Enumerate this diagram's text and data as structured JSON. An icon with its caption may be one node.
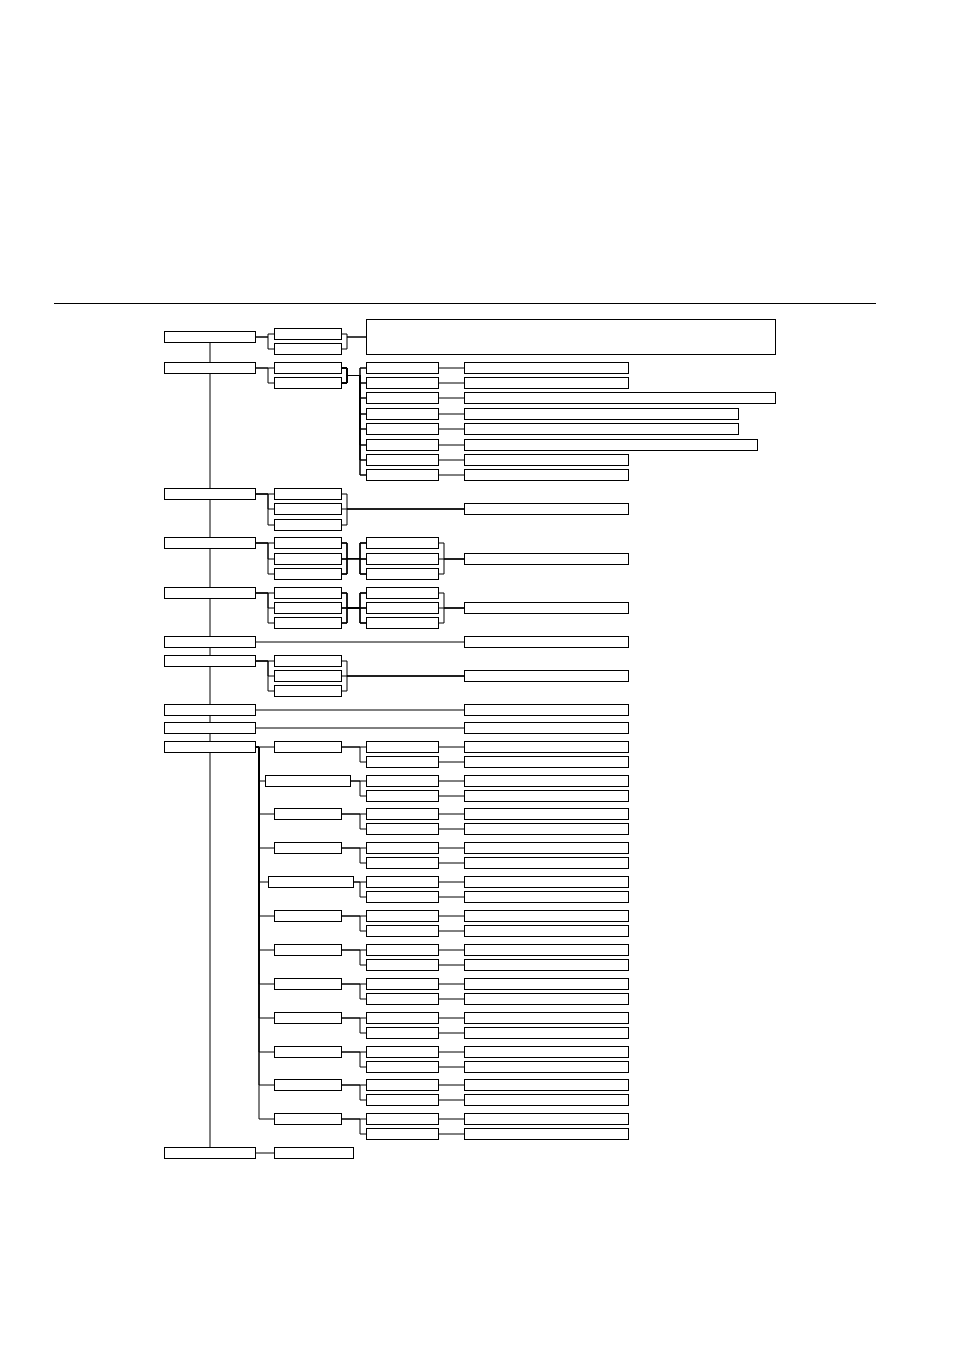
{
  "diagram": {
    "nodes": [
      {
        "text": [],
        "shape": "box"
      },
      {
        "text": [],
        "shape": "box"
      },
      {
        "text": [],
        "shape": "box"
      },
      {
        "text": [],
        "shape": "box"
      },
      {
        "text": [],
        "shape": "box"
      },
      {
        "text": [],
        "shape": "box"
      },
      {
        "text": [],
        "shape": "box"
      },
      {
        "text": [],
        "shape": "box"
      },
      {
        "text": [],
        "shape": "box"
      },
      {
        "text": [],
        "shape": "box"
      },
      {
        "text": [],
        "shape": "box"
      },
      {
        "text": [],
        "shape": "box"
      },
      {
        "text": [],
        "shape": "box"
      },
      {
        "text": [],
        "shape": "box"
      },
      {
        "text": [],
        "shape": "box"
      },
      {
        "text": [],
        "shape": "box"
      },
      {
        "text": [],
        "shape": "box"
      },
      {
        "text": [],
        "shape": "box"
      },
      {
        "text": [],
        "shape": "box"
      },
      {
        "text": [],
        "shape": "box"
      },
      {
        "text": [],
        "shape": "box"
      },
      {
        "text": [],
        "shape": "box"
      },
      {
        "text": [],
        "shape": "box"
      },
      {
        "text": [],
        "shape": "box"
      },
      {
        "text": [],
        "shape": "box"
      },
      {
        "text": [],
        "shape": "box"
      },
      {
        "text": [],
        "shape": "box"
      },
      {
        "text": [],
        "shape": "box"
      },
      {
        "text": [],
        "shape": "box"
      },
      {
        "text": [],
        "shape": "box"
      },
      {
        "text": [],
        "shape": "box"
      },
      {
        "text": [],
        "shape": "box"
      },
      {
        "text": [],
        "shape": "box"
      },
      {
        "text": [],
        "shape": "box"
      },
      {
        "text": [],
        "shape": "box"
      },
      {
        "text": [],
        "shape": "box"
      },
      {
        "text": [],
        "shape": "box"
      },
      {
        "text": [],
        "shape": "box"
      },
      {
        "text": [],
        "shape": "box"
      },
      {
        "text": [],
        "shape": "box"
      },
      {
        "text": [],
        "shape": "box"
      },
      {
        "text": [],
        "shape": "box"
      },
      {
        "text": [],
        "shape": "box"
      },
      {
        "text": [],
        "shape": "box"
      },
      {
        "text": [],
        "shape": "box"
      },
      {
        "text": [],
        "shape": "box"
      },
      {
        "text": [],
        "shape": "box"
      },
      {
        "text": [],
        "shape": "box"
      },
      {
        "text": [],
        "shape": "box"
      },
      {
        "text": [],
        "shape": "box"
      },
      {
        "text": [],
        "shape": "box"
      },
      {
        "text": [],
        "shape": "box"
      },
      {
        "text": [],
        "shape": "box"
      },
      {
        "text": [],
        "shape": "box"
      },
      {
        "text": [],
        "shape": "box"
      },
      {
        "text": [],
        "shape": "box"
      },
      {
        "text": [],
        "shape": "box"
      },
      {
        "text": [],
        "shape": "box"
      },
      {
        "text": [],
        "shape": "box"
      },
      {
        "text": [],
        "shape": "box"
      },
      {
        "text": [],
        "shape": "box"
      },
      {
        "text": [],
        "shape": "box"
      },
      {
        "text": [],
        "shape": "box"
      },
      {
        "text": [],
        "shape": "box"
      },
      {
        "text": [],
        "shape": "box"
      },
      {
        "text": [],
        "shape": "box"
      },
      {
        "text": [],
        "shape": "box"
      },
      {
        "text": [],
        "shape": "box"
      },
      {
        "text": [],
        "shape": "box"
      },
      {
        "text": [],
        "shape": "box"
      },
      {
        "text": [],
        "shape": "box"
      },
      {
        "text": [],
        "shape": "box"
      },
      {
        "text": [],
        "shape": "box"
      },
      {
        "text": [],
        "shape": "box"
      },
      {
        "text": [],
        "shape": "box"
      },
      {
        "text": [],
        "shape": "box"
      },
      {
        "text": [],
        "shape": "box"
      },
      {
        "text": [],
        "shape": "box"
      },
      {
        "text": [],
        "shape": "box"
      },
      {
        "text": [],
        "shape": "box"
      },
      {
        "text": [],
        "shape": "box"
      },
      {
        "text": [],
        "shape": "box"
      },
      {
        "text": [],
        "shape": "box"
      },
      {
        "text": [],
        "shape": "box"
      },
      {
        "text": [],
        "shape": "box"
      },
      {
        "text": [],
        "shape": "box"
      },
      {
        "text": [],
        "shape": "box"
      },
      {
        "text": [],
        "shape": "box"
      },
      {
        "text": [],
        "shape": "box"
      },
      {
        "text": [],
        "shape": "box"
      },
      {
        "text": [],
        "shape": "box"
      },
      {
        "text": [],
        "shape": "box"
      },
      {
        "text": [],
        "shape": "box"
      },
      {
        "text": [],
        "shape": "box"
      },
      {
        "text": [],
        "shape": "box"
      },
      {
        "text": [],
        "shape": "box"
      },
      {
        "text": [],
        "shape": "box"
      },
      {
        "text": [],
        "shape": "box"
      },
      {
        "text": [],
        "shape": "box"
      },
      {
        "text": [],
        "shape": "box"
      },
      {
        "text": [],
        "shape": "box"
      },
      {
        "text": [],
        "shape": "box"
      },
      {
        "text": [],
        "shape": "box"
      },
      {
        "text": [],
        "shape": "box"
      },
      {
        "text": [],
        "shape": "box"
      },
      {
        "text": [],
        "shape": "box"
      },
      {
        "text": [],
        "shape": "box"
      },
      {
        "text": [],
        "shape": "box"
      },
      {
        "text": [],
        "shape": "box"
      },
      {
        "text": [],
        "shape": "box"
      },
      {
        "text": [],
        "shape": "box"
      },
      {
        "text": [],
        "shape": "box"
      },
      {
        "text": [],
        "shape": "box"
      },
      {
        "text": [],
        "shape": "box"
      },
      {
        "text": [],
        "shape": "box"
      },
      {
        "text": [],
        "shape": "box"
      },
      {
        "text": [],
        "shape": "box"
      },
      {
        "text": [],
        "shape": "box"
      }
    ],
    "edges": [
      {
        "from": 0,
        "to": 4,
        "arrow": "none"
      },
      {
        "from": 4,
        "to": 23,
        "arrow": "none"
      },
      {
        "from": 23,
        "to": 28,
        "arrow": "none"
      },
      {
        "from": 28,
        "to": 36,
        "arrow": "none"
      },
      {
        "from": 36,
        "to": 44,
        "arrow": "none"
      },
      {
        "from": 44,
        "to": 46,
        "arrow": "none"
      },
      {
        "from": 46,
        "to": 51,
        "arrow": "none"
      },
      {
        "from": 51,
        "to": 53,
        "arrow": "none"
      },
      {
        "from": 53,
        "to": 55,
        "arrow": "none"
      },
      {
        "from": 55,
        "to": 116,
        "arrow": "none"
      },
      {
        "from": 0,
        "to": 1,
        "arrow": "none"
      },
      {
        "from": 0,
        "to": 2,
        "arrow": "none"
      },
      {
        "from": 1,
        "to": 3,
        "arrow": "none"
      },
      {
        "from": 2,
        "to": 3,
        "arrow": "none"
      },
      {
        "from": 4,
        "to": 5,
        "arrow": "none"
      },
      {
        "from": 4,
        "to": 6,
        "arrow": "none"
      },
      {
        "from": 5,
        "to": 7,
        "arrow": "none"
      },
      {
        "from": 5,
        "to": 9,
        "arrow": "none"
      },
      {
        "from": 5,
        "to": 11,
        "arrow": "none"
      },
      {
        "from": 5,
        "to": 13,
        "arrow": "none"
      },
      {
        "from": 5,
        "to": 15,
        "arrow": "none"
      },
      {
        "from": 5,
        "to": 17,
        "arrow": "none"
      },
      {
        "from": 5,
        "to": 19,
        "arrow": "none"
      },
      {
        "from": 5,
        "to": 21,
        "arrow": "none"
      },
      {
        "from": 6,
        "to": 7,
        "arrow": "none"
      },
      {
        "from": 6,
        "to": 9,
        "arrow": "none"
      },
      {
        "from": 6,
        "to": 11,
        "arrow": "none"
      },
      {
        "from": 6,
        "to": 13,
        "arrow": "none"
      },
      {
        "from": 6,
        "to": 15,
        "arrow": "none"
      },
      {
        "from": 6,
        "to": 17,
        "arrow": "none"
      },
      {
        "from": 6,
        "to": 19,
        "arrow": "none"
      },
      {
        "from": 6,
        "to": 21,
        "arrow": "none"
      },
      {
        "from": 7,
        "to": 8,
        "arrow": "none"
      },
      {
        "from": 9,
        "to": 10,
        "arrow": "none"
      },
      {
        "from": 11,
        "to": 12,
        "arrow": "none"
      },
      {
        "from": 13,
        "to": 14,
        "arrow": "none"
      },
      {
        "from": 15,
        "to": 16,
        "arrow": "none"
      },
      {
        "from": 17,
        "to": 18,
        "arrow": "none"
      },
      {
        "from": 19,
        "to": 20,
        "arrow": "none"
      },
      {
        "from": 21,
        "to": 22,
        "arrow": "none"
      },
      {
        "from": 23,
        "to": 24,
        "arrow": "none"
      },
      {
        "from": 23,
        "to": 25,
        "arrow": "none"
      },
      {
        "from": 23,
        "to": 26,
        "arrow": "none"
      },
      {
        "from": 24,
        "to": 27,
        "arrow": "none"
      },
      {
        "from": 25,
        "to": 27,
        "arrow": "none"
      },
      {
        "from": 26,
        "to": 27,
        "arrow": "none"
      },
      {
        "from": 28,
        "to": 29,
        "arrow": "none"
      },
      {
        "from": 28,
        "to": 30,
        "arrow": "none"
      },
      {
        "from": 28,
        "to": 31,
        "arrow": "none"
      },
      {
        "from": 29,
        "to": 32,
        "arrow": "none"
      },
      {
        "from": 29,
        "to": 33,
        "arrow": "none"
      },
      {
        "from": 29,
        "to": 34,
        "arrow": "none"
      },
      {
        "from": 30,
        "to": 32,
        "arrow": "none"
      },
      {
        "from": 30,
        "to": 33,
        "arrow": "none"
      },
      {
        "from": 30,
        "to": 34,
        "arrow": "none"
      },
      {
        "from": 31,
        "to": 32,
        "arrow": "none"
      },
      {
        "from": 31,
        "to": 33,
        "arrow": "none"
      },
      {
        "from": 31,
        "to": 34,
        "arrow": "none"
      },
      {
        "from": 32,
        "to": 35,
        "arrow": "none"
      },
      {
        "from": 33,
        "to": 35,
        "arrow": "none"
      },
      {
        "from": 34,
        "to": 35,
        "arrow": "none"
      },
      {
        "from": 36,
        "to": 37,
        "arrow": "none"
      },
      {
        "from": 36,
        "to": 38,
        "arrow": "none"
      },
      {
        "from": 36,
        "to": 39,
        "arrow": "none"
      },
      {
        "from": 37,
        "to": 40,
        "arrow": "none"
      },
      {
        "from": 37,
        "to": 41,
        "arrow": "none"
      },
      {
        "from": 37,
        "to": 42,
        "arrow": "none"
      },
      {
        "from": 38,
        "to": 40,
        "arrow": "none"
      },
      {
        "from": 38,
        "to": 41,
        "arrow": "none"
      },
      {
        "from": 38,
        "to": 42,
        "arrow": "none"
      },
      {
        "from": 39,
        "to": 40,
        "arrow": "none"
      },
      {
        "from": 39,
        "to": 41,
        "arrow": "none"
      },
      {
        "from": 39,
        "to": 42,
        "arrow": "none"
      },
      {
        "from": 40,
        "to": 43,
        "arrow": "none"
      },
      {
        "from": 41,
        "to": 43,
        "arrow": "none"
      },
      {
        "from": 42,
        "to": 43,
        "arrow": "none"
      },
      {
        "from": 44,
        "to": 45,
        "arrow": "none"
      },
      {
        "from": 46,
        "to": 47,
        "arrow": "none"
      },
      {
        "from": 46,
        "to": 48,
        "arrow": "none"
      },
      {
        "from": 46,
        "to": 49,
        "arrow": "none"
      },
      {
        "from": 47,
        "to": 50,
        "arrow": "none"
      },
      {
        "from": 48,
        "to": 50,
        "arrow": "none"
      },
      {
        "from": 49,
        "to": 50,
        "arrow": "none"
      },
      {
        "from": 51,
        "to": 52,
        "arrow": "none"
      },
      {
        "from": 53,
        "to": 54,
        "arrow": "none"
      },
      {
        "from": 55,
        "to": 56,
        "arrow": "none"
      },
      {
        "from": 55,
        "to": 61,
        "arrow": "none"
      },
      {
        "from": 55,
        "to": 66,
        "arrow": "none"
      },
      {
        "from": 55,
        "to": 71,
        "arrow": "none"
      },
      {
        "from": 55,
        "to": 76,
        "arrow": "none"
      },
      {
        "from": 55,
        "to": 81,
        "arrow": "none"
      },
      {
        "from": 55,
        "to": 86,
        "arrow": "none"
      },
      {
        "from": 55,
        "to": 91,
        "arrow": "none"
      },
      {
        "from": 55,
        "to": 96,
        "arrow": "none"
      },
      {
        "from": 55,
        "to": 101,
        "arrow": "none"
      },
      {
        "from": 55,
        "to": 106,
        "arrow": "none"
      },
      {
        "from": 55,
        "to": 111,
        "arrow": "none"
      },
      {
        "from": 56,
        "to": 57,
        "arrow": "none"
      },
      {
        "from": 56,
        "to": 59,
        "arrow": "none"
      },
      {
        "from": 57,
        "to": 58,
        "arrow": "none"
      },
      {
        "from": 59,
        "to": 60,
        "arrow": "none"
      },
      {
        "from": 61,
        "to": 62,
        "arrow": "none"
      },
      {
        "from": 61,
        "to": 64,
        "arrow": "none"
      },
      {
        "from": 62,
        "to": 63,
        "arrow": "none"
      },
      {
        "from": 64,
        "to": 65,
        "arrow": "none"
      },
      {
        "from": 66,
        "to": 67,
        "arrow": "none"
      },
      {
        "from": 66,
        "to": 69,
        "arrow": "none"
      },
      {
        "from": 67,
        "to": 68,
        "arrow": "none"
      },
      {
        "from": 69,
        "to": 70,
        "arrow": "none"
      },
      {
        "from": 71,
        "to": 72,
        "arrow": "none"
      },
      {
        "from": 71,
        "to": 74,
        "arrow": "none"
      },
      {
        "from": 72,
        "to": 73,
        "arrow": "none"
      },
      {
        "from": 74,
        "to": 75,
        "arrow": "none"
      },
      {
        "from": 76,
        "to": 77,
        "arrow": "none"
      },
      {
        "from": 76,
        "to": 79,
        "arrow": "none"
      },
      {
        "from": 77,
        "to": 78,
        "arrow": "none"
      },
      {
        "from": 79,
        "to": 80,
        "arrow": "none"
      },
      {
        "from": 81,
        "to": 82,
        "arrow": "none"
      },
      {
        "from": 81,
        "to": 84,
        "arrow": "none"
      },
      {
        "from": 82,
        "to": 83,
        "arrow": "none"
      },
      {
        "from": 84,
        "to": 85,
        "arrow": "none"
      },
      {
        "from": 86,
        "to": 87,
        "arrow": "none"
      },
      {
        "from": 86,
        "to": 89,
        "arrow": "none"
      },
      {
        "from": 87,
        "to": 88,
        "arrow": "none"
      },
      {
        "from": 89,
        "to": 90,
        "arrow": "none"
      },
      {
        "from": 91,
        "to": 92,
        "arrow": "none"
      },
      {
        "from": 91,
        "to": 94,
        "arrow": "none"
      },
      {
        "from": 92,
        "to": 93,
        "arrow": "none"
      },
      {
        "from": 94,
        "to": 95,
        "arrow": "none"
      },
      {
        "from": 96,
        "to": 97,
        "arrow": "none"
      },
      {
        "from": 96,
        "to": 99,
        "arrow": "none"
      },
      {
        "from": 97,
        "to": 98,
        "arrow": "none"
      },
      {
        "from": 99,
        "to": 100,
        "arrow": "none"
      },
      {
        "from": 101,
        "to": 102,
        "arrow": "none"
      },
      {
        "from": 101,
        "to": 104,
        "arrow": "none"
      },
      {
        "from": 102,
        "to": 103,
        "arrow": "none"
      },
      {
        "from": 104,
        "to": 105,
        "arrow": "none"
      },
      {
        "from": 106,
        "to": 107,
        "arrow": "none"
      },
      {
        "from": 106,
        "to": 109,
        "arrow": "none"
      },
      {
        "from": 107,
        "to": 108,
        "arrow": "none"
      },
      {
        "from": 109,
        "to": 110,
        "arrow": "none"
      },
      {
        "from": 111,
        "to": 112,
        "arrow": "none"
      },
      {
        "from": 111,
        "to": 114,
        "arrow": "none"
      },
      {
        "from": 112,
        "to": 113,
        "arrow": "none"
      },
      {
        "from": 114,
        "to": 115,
        "arrow": "none"
      },
      {
        "from": 116,
        "to": 117,
        "arrow": "none"
      }
    ]
  }
}
